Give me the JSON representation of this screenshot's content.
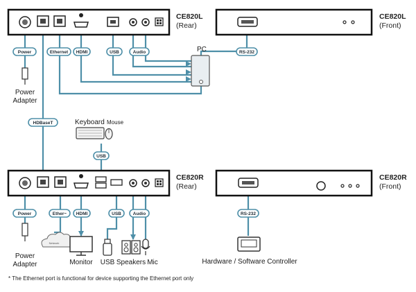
{
  "devices": {
    "ce820l_rear": {
      "name": "CE820L",
      "side": "(Rear)"
    },
    "ce820l_front": {
      "name": "CE820L",
      "side": "(Front)"
    },
    "ce820r_rear": {
      "name": "CE820R",
      "side": "(Rear)"
    },
    "ce820r_front": {
      "name": "CE820R",
      "side": "(Front)"
    }
  },
  "pills": {
    "power_top": "Power",
    "ethernet_top": "Ethernet",
    "hdmi_top": "HDMI",
    "usb_top": "USB",
    "audio_top": "Audio",
    "rs232_top": "RS-232",
    "hdbaset": "HDBaseT",
    "usb_kbd": "USB",
    "power_bot": "Power",
    "ether_bot": "Ether~",
    "hdmi_bot": "HDMI",
    "usb_bot": "USB",
    "audio_bot": "Audio",
    "rs232_bot": "RS-232"
  },
  "labels": {
    "power_adapter_top": [
      "Power",
      "Adapter"
    ],
    "pc": "PC",
    "keyboard": "Keyboard",
    "mouse": "Mouse",
    "power_adapter_bot": [
      "Power",
      "Adapter"
    ],
    "network": "Network",
    "monitor": "Monitor",
    "usb": "USB",
    "speakers": "Speakers",
    "mic": "Mic",
    "controller": "Hardware / Software Controller"
  },
  "footnote": "* The Ethernet port is functional for device supporting the Ethernet port only",
  "colors": {
    "cable": "#4e8fa8",
    "pill_fill": "#ffffff",
    "pill_stroke": "#4e8fa8",
    "box": "#111111",
    "port_dark": "#222222"
  }
}
